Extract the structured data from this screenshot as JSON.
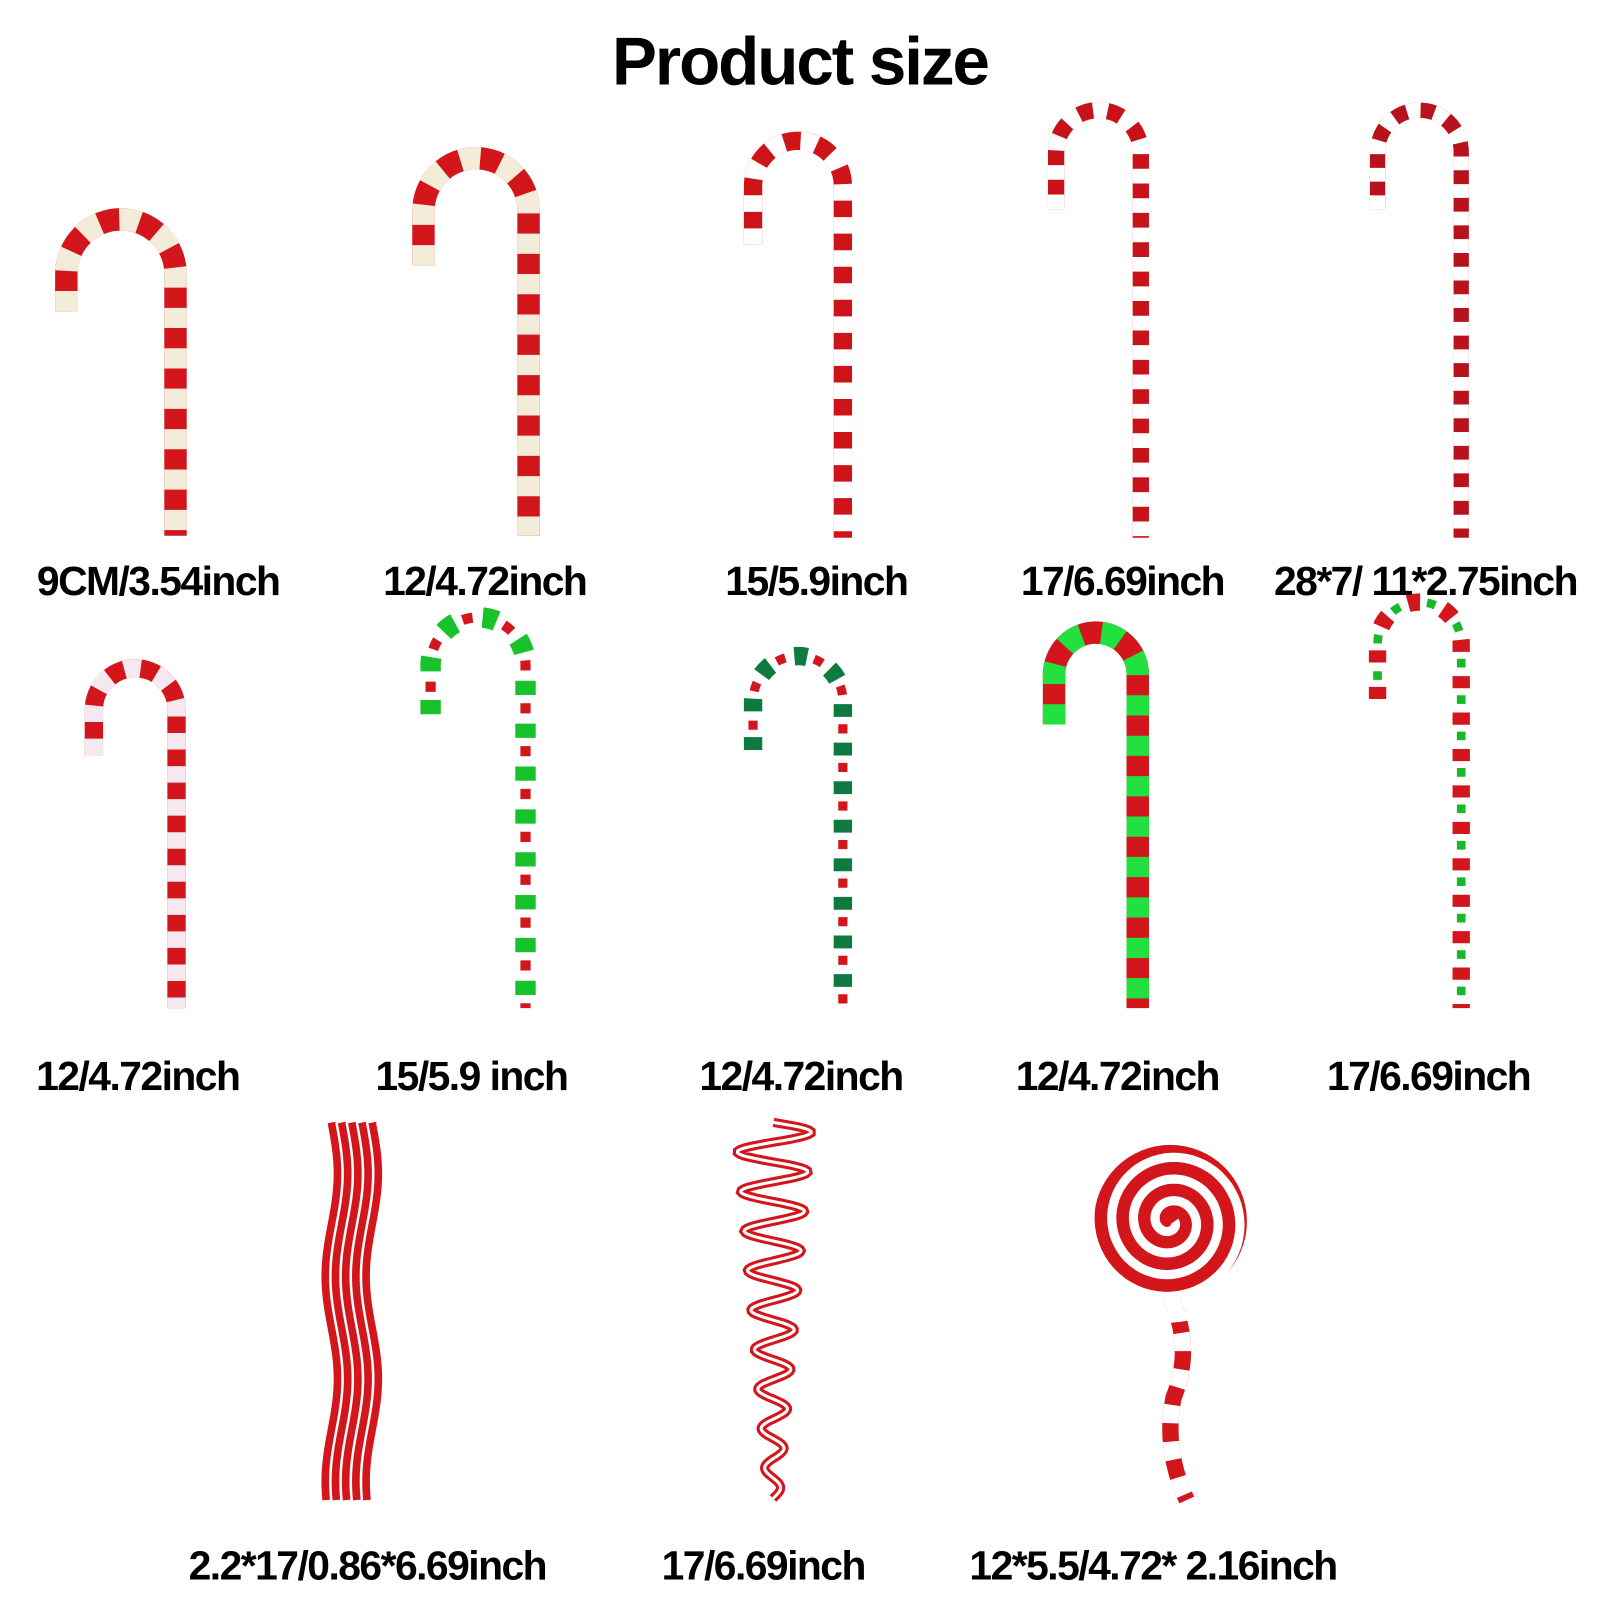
{
  "title": "Product size",
  "colors": {
    "red": "#d3161b",
    "white": "#f6f1e6",
    "green": "#18c22a",
    "dark_green": "#0f7a40"
  },
  "items": [
    {
      "label": "9CM/3.54inch",
      "type": "cane",
      "colors": [
        "#d3161b",
        "#f3ecd9"
      ]
    },
    {
      "label": "12/4.72inch",
      "type": "cane",
      "colors": [
        "#d3161b",
        "#f3ecd9"
      ]
    },
    {
      "label": "15/5.9inch",
      "type": "cane",
      "colors": [
        "#cf1419",
        "#ffffff"
      ]
    },
    {
      "label": "17/6.69inch",
      "type": "cane",
      "colors": [
        "#c8121a",
        "#ffffff"
      ]
    },
    {
      "label": "28*7/ 11*2.75inch",
      "type": "cane",
      "colors": [
        "#b8121c",
        "#ffffff"
      ]
    },
    {
      "label": "12/4.72inch",
      "type": "cane",
      "colors": [
        "#d3161b",
        "#f6e8ef"
      ]
    },
    {
      "label": "15/5.9 inch",
      "type": "cane",
      "colors": [
        "#ffffff",
        "#18c22a",
        "#d3161b"
      ]
    },
    {
      "label": "12/4.72inch",
      "type": "cane",
      "colors": [
        "#ffffff",
        "#0f7a40",
        "#d3161b"
      ]
    },
    {
      "label": "12/4.72inch",
      "type": "cane",
      "colors": [
        "#d3161b",
        "#22e040"
      ]
    },
    {
      "label": "17/6.69inch",
      "type": "cane",
      "colors": [
        "#ffffff",
        "#d3161b",
        "#18b82a"
      ]
    },
    {
      "label": "2.2*17/0.86*6.69inch",
      "type": "ribbon",
      "colors": [
        "#d3161b",
        "#ffffff"
      ]
    },
    {
      "label": "17/6.69inch",
      "type": "spiral",
      "colors": [
        "#d3161b",
        "#ffffff"
      ]
    },
    {
      "label": "12*5.5/4.72* 2.16inch",
      "type": "lollipop",
      "colors": [
        "#d3161b",
        "#ffffff"
      ]
    }
  ]
}
